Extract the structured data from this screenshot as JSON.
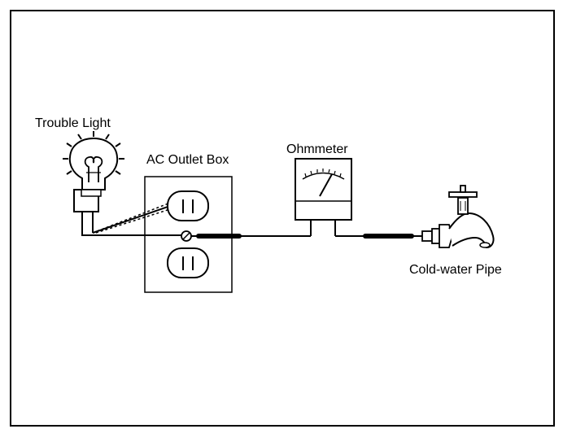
{
  "diagram": {
    "labels": {
      "trouble_light": "Trouble Light",
      "outlet_box": "AC Outlet Box",
      "ohmmeter": "Ohmmeter",
      "pipe": "Cold-water Pipe"
    }
  }
}
